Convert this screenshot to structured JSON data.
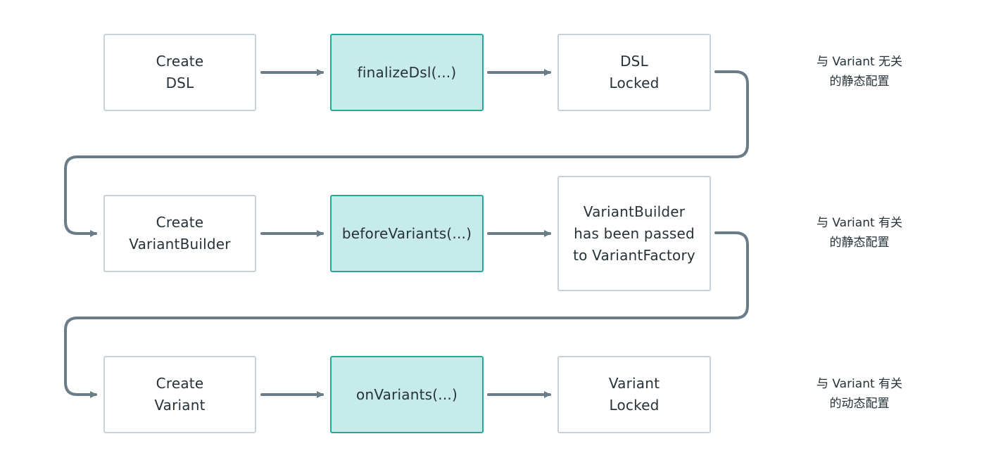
{
  "diagram": {
    "rows": [
      {
        "nodes": [
          {
            "lines": [
              "Create",
              "DSL"
            ]
          },
          {
            "lines": [
              "finalizeDsl(...)"
            ]
          },
          {
            "lines": [
              "DSL",
              "Locked"
            ]
          }
        ],
        "note": [
          "与 Variant 无关",
          "的静态配置"
        ]
      },
      {
        "nodes": [
          {
            "lines": [
              "Create",
              "VariantBuilder"
            ]
          },
          {
            "lines": [
              "beforeVariants(...)"
            ]
          },
          {
            "lines": [
              "VariantBuilder",
              "has been passed",
              "to VariantFactory"
            ]
          }
        ],
        "note": [
          "与 Variant 有关",
          "的静态配置"
        ]
      },
      {
        "nodes": [
          {
            "lines": [
              "Create",
              "Variant"
            ]
          },
          {
            "lines": [
              "onVariants(...)"
            ]
          },
          {
            "lines": [
              "Variant",
              "Locked"
            ]
          }
        ],
        "note": [
          "与 Variant 有关",
          "的动态配置"
        ]
      }
    ]
  },
  "colors": {
    "arrow": "#6b7c89",
    "node_border": "#c9d1d8",
    "hook_fill": "#c6ebe8",
    "hook_border": "#2aa79b",
    "text": "#263238"
  }
}
